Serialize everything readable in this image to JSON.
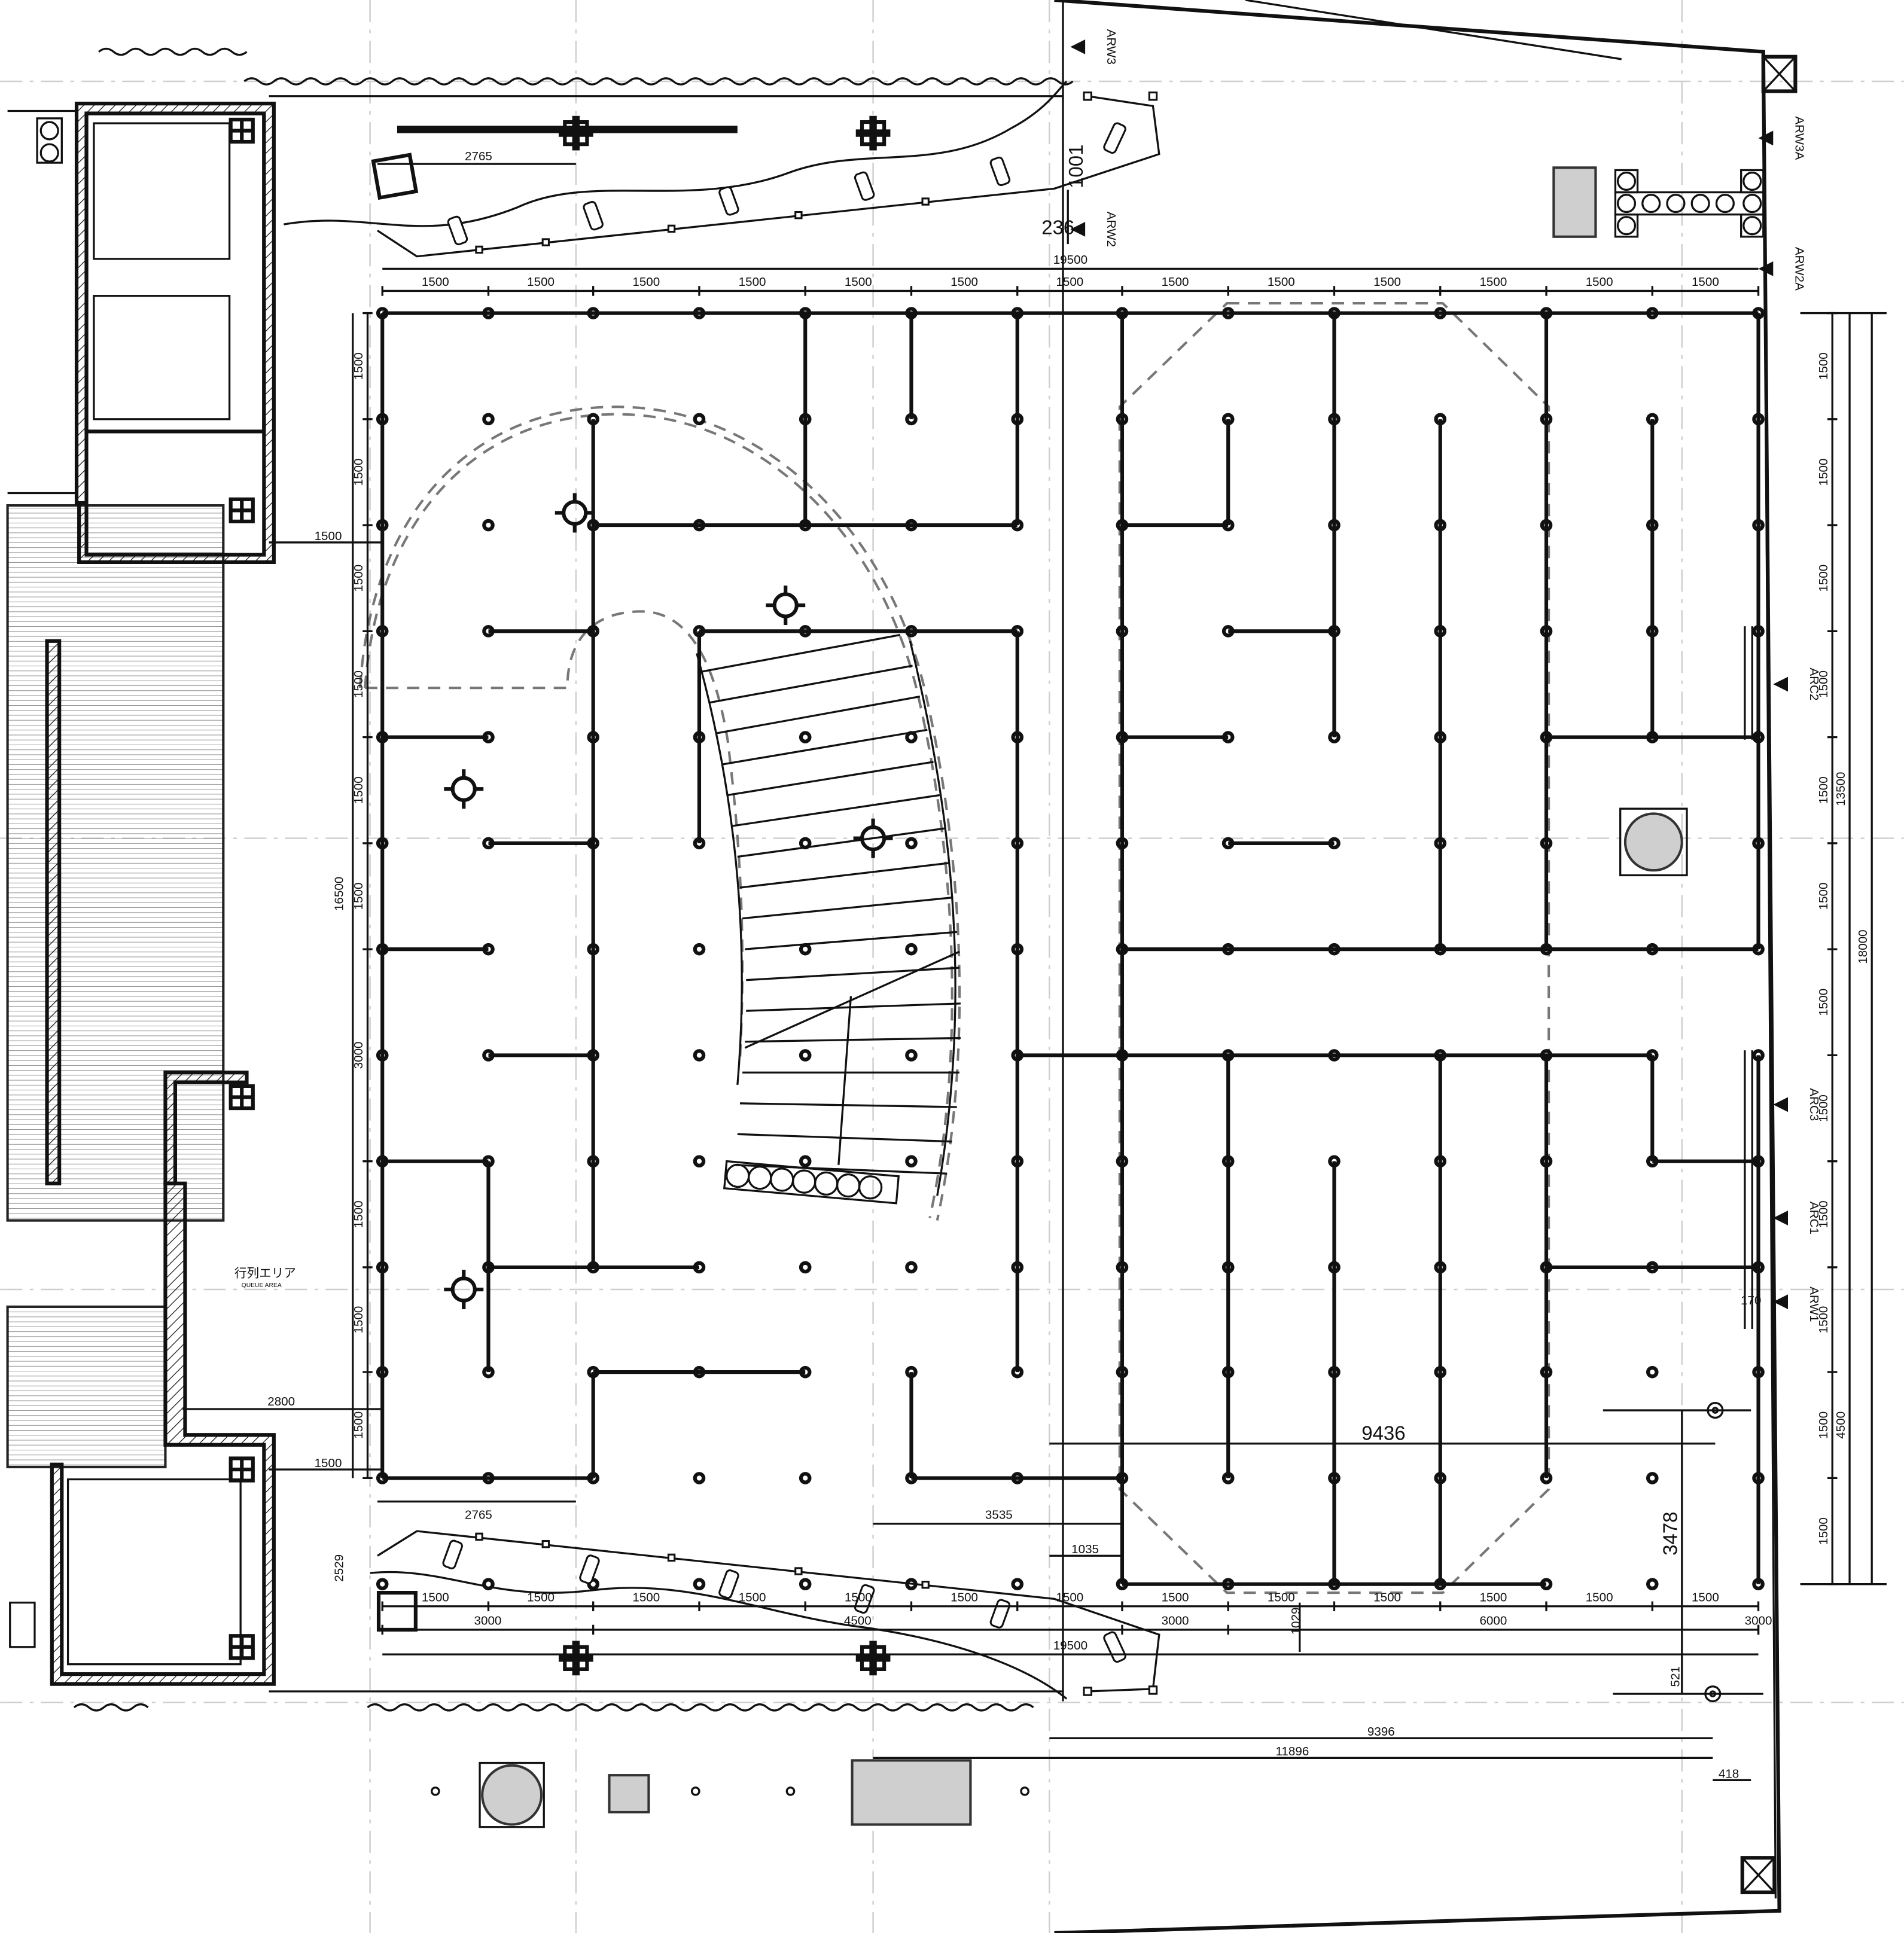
{
  "drawing": {
    "top_dims": [
      "1500",
      "1500",
      "1500",
      "1500",
      "1500",
      "1500",
      "1500",
      "1500",
      "1500",
      "1500",
      "1500",
      "1500",
      "1500"
    ],
    "bottom_row1": [
      "1500",
      "1500",
      "1500",
      "1500",
      "1500",
      "1500",
      "1500",
      "1500",
      "1500",
      "1500",
      "1500",
      "1500",
      "1500"
    ],
    "bottom_row2": [
      "3000",
      "4500",
      "3000",
      "6000",
      "3000"
    ],
    "left_dims": [
      "1500",
      "1500",
      "1500",
      "1500",
      "1500",
      "1500",
      "3000",
      "1500",
      "1500",
      "1500"
    ],
    "right_dims": [
      "1500",
      "1500",
      "1500",
      "1500",
      "1500",
      "1500",
      "1500",
      "1500",
      "1500",
      "1500",
      "1500",
      "1500"
    ],
    "labels": {
      "top_width": "19500",
      "bottom_width": "19500",
      "left_total": "16500",
      "right_13500": "13500",
      "right_18000": "18000",
      "right_4500": "4500",
      "dim_2765_top": "2765",
      "dim_2765_bottom": "2765",
      "dim_1001": "1001",
      "dim_236": "236",
      "dim_1500_left_upper": "1500",
      "dim_1500_left_lower": "1500",
      "dim_2800": "2800",
      "dim_9436": "9436",
      "dim_3478": "3478",
      "dim_3535": "3535",
      "dim_1035": "1035",
      "dim_2529": "2529",
      "dim_1029": "1029",
      "dim_521": "521",
      "dim_9396": "9396",
      "dim_11896": "11896",
      "dim_418": "418",
      "dim_170": "170",
      "queue_jp": "行列エリア",
      "queue_en": "QUEUE AREA"
    },
    "section_markers": [
      "ARW3",
      "ARW2",
      "ARW3A",
      "ARW2A",
      "ARC2",
      "ARC3",
      "ARC1",
      "ARW1"
    ]
  }
}
